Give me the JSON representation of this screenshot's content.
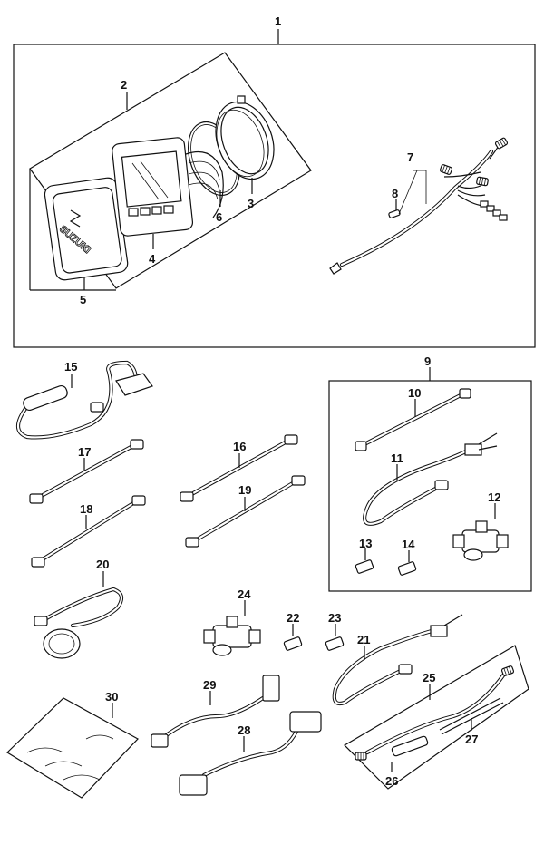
{
  "labels": {
    "p1": "1",
    "p2": "2",
    "p3": "3",
    "p4": "4",
    "p5": "5",
    "p6": "6",
    "p7": "7",
    "p8": "8",
    "p9": "9",
    "p10": "10",
    "p11": "11",
    "p12": "12",
    "p13": "13",
    "p14": "14",
    "p15": "15",
    "p16": "16",
    "p17": "17",
    "p18": "18",
    "p19": "19",
    "p20": "20",
    "p21": "21",
    "p22": "22",
    "p23": "23",
    "p24": "24",
    "p25": "25",
    "p26": "26",
    "p27": "27",
    "p28": "28",
    "p29": "29",
    "p30": "30"
  },
  "logo_text": "SUZUKI"
}
